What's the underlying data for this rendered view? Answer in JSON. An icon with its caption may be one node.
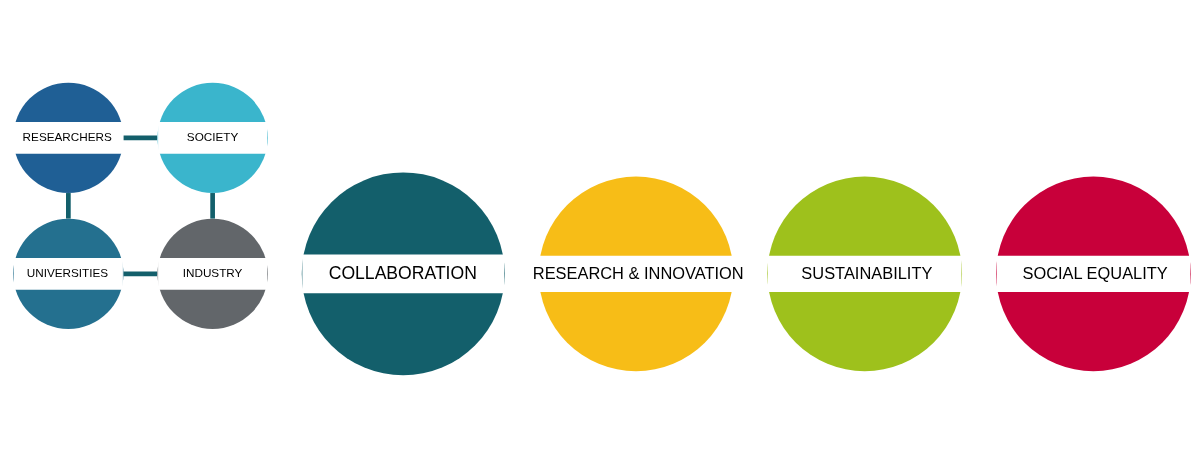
{
  "diagram": {
    "nodes": [
      {
        "text": [
          "RESEARCHERS"
        ]
      },
      {
        "text": [
          "UNIVERSITIES"
        ]
      },
      {
        "text": [
          "SOCIETY"
        ]
      },
      {
        "text": [
          "COLLABORATION"
        ]
      },
      {
        "text": [
          "INDUSTRY"
        ]
      },
      {
        "text": [
          "RESEARCH & INNOVATION"
        ]
      },
      {
        "text": [
          "SUSTAINABILITY"
        ]
      },
      {
        "text": [
          "SOCIAL EQUALITY"
        ]
      }
    ],
    "edges": [
      {
        "from": 2,
        "to": 0,
        "arrow": "none"
      },
      {
        "from": 0,
        "to": 1,
        "arrow": "none"
      },
      {
        "from": 1,
        "to": 4,
        "arrow": "none"
      },
      {
        "from": 2,
        "to": 4,
        "arrow": "none"
      }
    ]
  }
}
